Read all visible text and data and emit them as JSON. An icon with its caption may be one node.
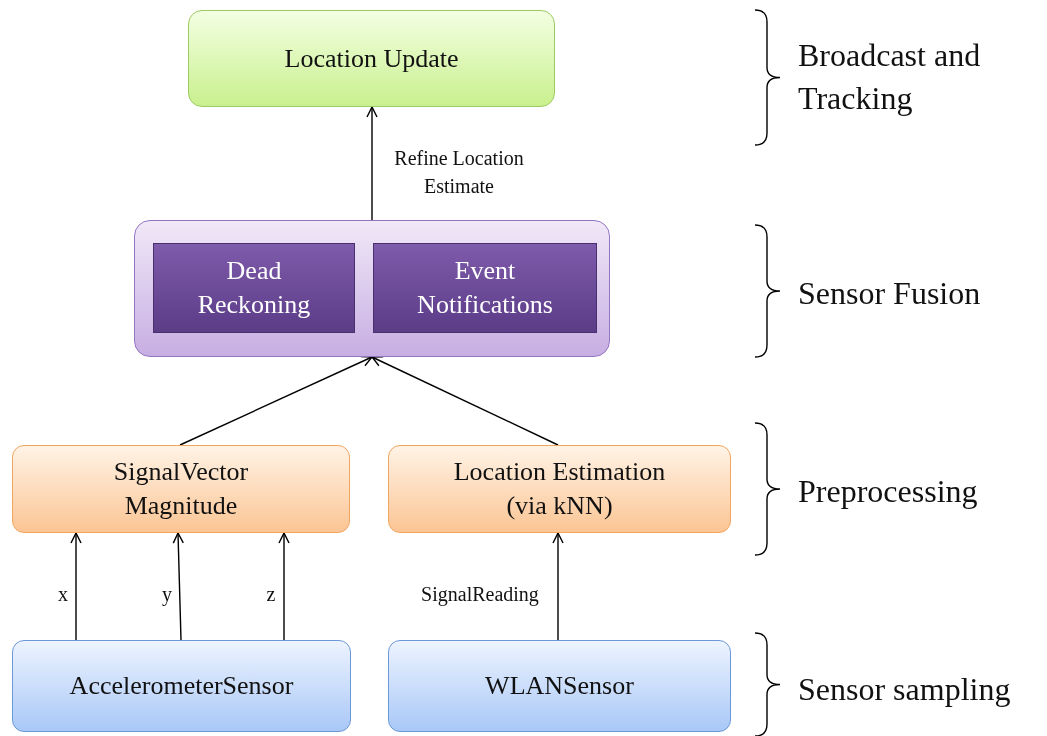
{
  "diagram": {
    "nodes": [
      {
        "text": [
          "Location Update"
        ]
      },
      {
        "text": [],
        "shape": "box"
      },
      {
        "text": [
          "Dead Reckoning"
        ],
        "in": 1
      },
      {
        "text": [
          "Event Notifications"
        ],
        "in": 1
      },
      {
        "text": [
          "SignalVector Magnitude"
        ]
      },
      {
        "text": [
          "Location Estimation (via kNN)"
        ]
      },
      {
        "text": [
          "AccelerometerSensor"
        ]
      },
      {
        "text": [
          "WLANSensor"
        ]
      }
    ],
    "edges": [
      {
        "from": 1,
        "to": 0,
        "arrow": "to",
        "label": "Refine Location Estimate"
      },
      {
        "from": 4,
        "to": 1,
        "arrow": "to"
      },
      {
        "from": 5,
        "to": 1,
        "arrow": "to"
      },
      {
        "from": 6,
        "to": 4,
        "arrow": "to",
        "label": "x"
      },
      {
        "from": 6,
        "to": 4,
        "arrow": "to",
        "label": "y"
      },
      {
        "from": 6,
        "to": 4,
        "arrow": "to",
        "label": "z"
      },
      {
        "from": 7,
        "to": 5,
        "arrow": "to",
        "label": "SignalReading"
      }
    ],
    "labels": [
      "Broadcast and Tracking",
      "Sensor Fusion",
      "Preprocessing",
      "Sensor sampling"
    ]
  }
}
